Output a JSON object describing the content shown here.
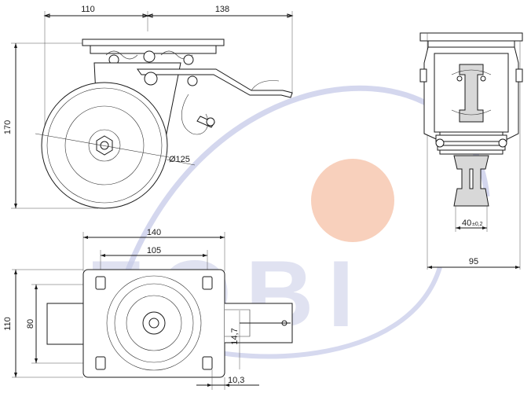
{
  "watermark": {
    "text": "ZOBI",
    "arc_color": "#c5c9e8",
    "dot_color": "#f7c8b0",
    "text_color": "#c7cbe6"
  },
  "line_color": "#1a1a1a",
  "dimensions": {
    "side_top_left": "110",
    "side_top_right": "138",
    "side_height": "170",
    "wheel_diameter": "Ø125",
    "front_width": "95",
    "wheel_width_main": "40",
    "wheel_width_tol": "±0,2",
    "plate_width": "140",
    "hole_spacing_x": "105",
    "plate_height": "110",
    "hole_spacing_y": "80",
    "brake_offset": "14,7",
    "brake_thickness": "10,3"
  }
}
